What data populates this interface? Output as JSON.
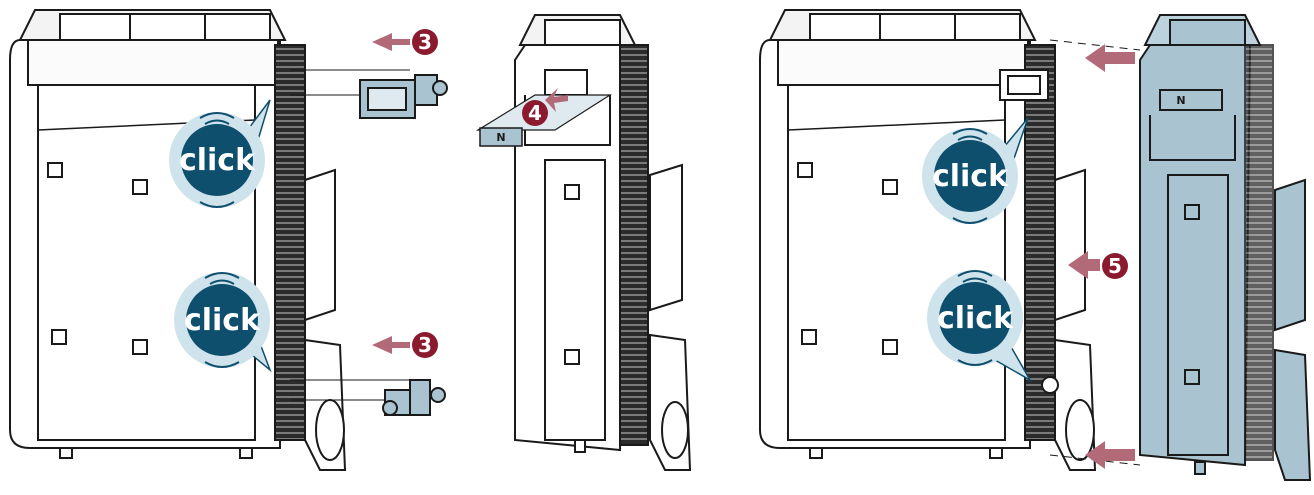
{
  "labels": {
    "click": "click",
    "neutral": "N"
  },
  "steps": [
    "3",
    "3",
    "4",
    "5"
  ],
  "colors": {
    "step_badge": "#8c1a2e",
    "arrow": "#b36a78",
    "bubble": "#0e4f6e",
    "bubble_light": "#cfe3ec",
    "cover": "#a9c4d0",
    "outline": "#1a1a1a"
  }
}
